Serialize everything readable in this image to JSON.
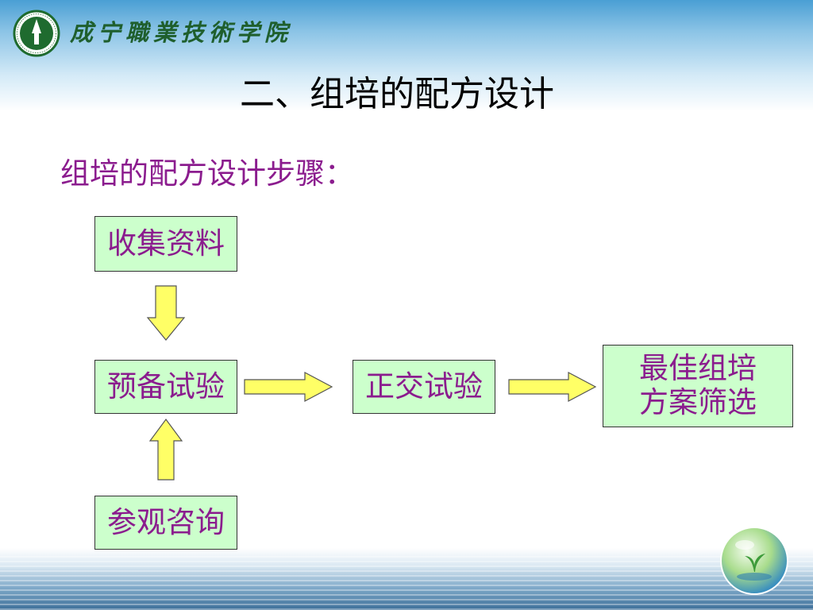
{
  "header": {
    "school_name": "成宁職業技術学院"
  },
  "slide": {
    "title": "二、组培的配方设计",
    "subtitle": "组培的配方设计步骤："
  },
  "flow": {
    "steps": [
      {
        "id": "collect",
        "label": "收集资料"
      },
      {
        "id": "pretest",
        "label": "预备试验"
      },
      {
        "id": "orthogonal",
        "label": "正交试验"
      },
      {
        "id": "best",
        "label": "最佳组培方案筛选",
        "lines": [
          "最佳组培",
          "方案筛选"
        ]
      },
      {
        "id": "visit",
        "label": "参观咨询"
      }
    ],
    "edges": [
      {
        "from": "collect",
        "to": "pretest"
      },
      {
        "from": "visit",
        "to": "pretest"
      },
      {
        "from": "pretest",
        "to": "orthogonal"
      },
      {
        "from": "orthogonal",
        "to": "best"
      }
    ]
  },
  "colors": {
    "step_fill": "#ccffcc",
    "step_text": "#8b1c8e",
    "arrow_fill": "#ffff66",
    "logo_green": "#1f6b2f"
  }
}
